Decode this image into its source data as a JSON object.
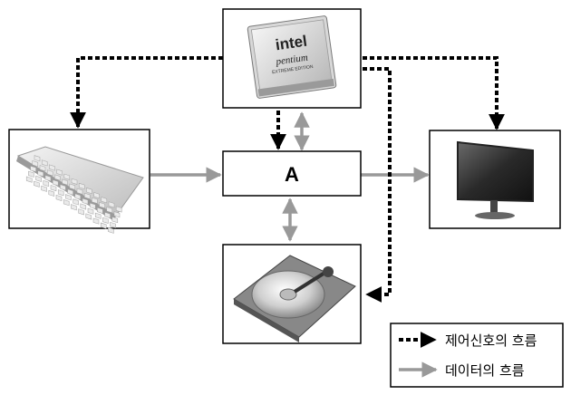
{
  "diagram": {
    "center_box_label": "A",
    "cpu": {
      "brand": "intel",
      "model": "pentium",
      "edition": "EXTREME EDITION"
    },
    "components": [
      "cpu",
      "keyboard",
      "monitor",
      "hard-disk",
      "memory-A"
    ],
    "legend": {
      "control_flow": "제어신호의 흐름",
      "data_flow": "데이터의 흐름"
    },
    "colors": {
      "control_arrow": "#000000",
      "data_arrow": "#999999",
      "box_border": "#000000"
    }
  }
}
